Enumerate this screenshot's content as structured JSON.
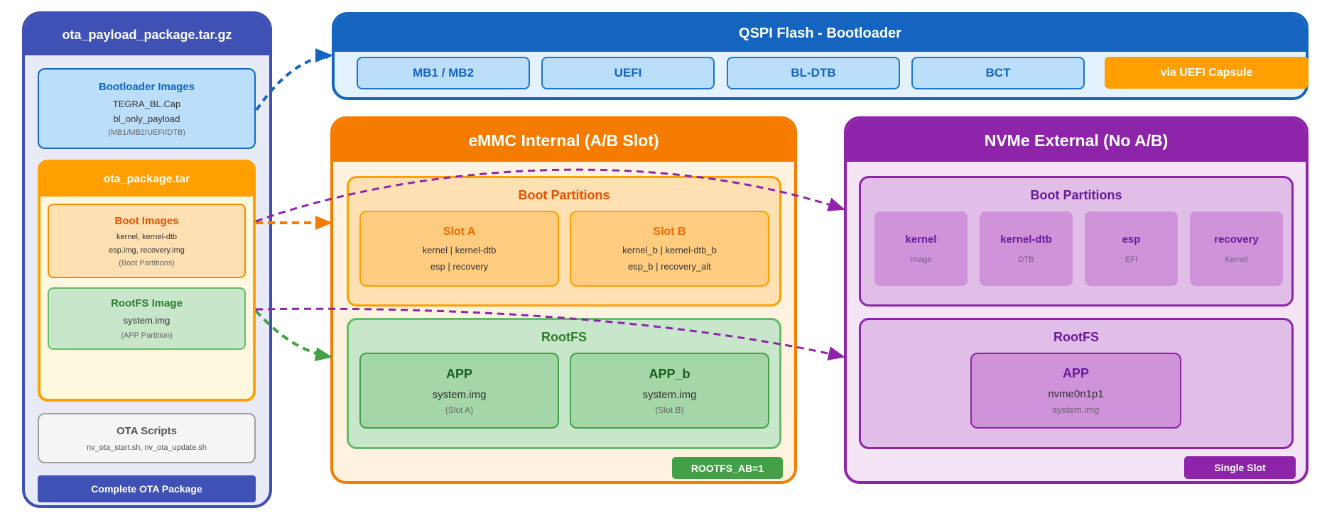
{
  "package": {
    "title": "ota_payload_package.tar.gz",
    "bootloader": {
      "title": "Bootloader Images",
      "line1": "TEGRA_BL.Cap",
      "line2": "bl_only_payload",
      "note": "(MB1/MB2/UEFI/DTB)"
    },
    "ota_tar": {
      "title": "ota_package.tar",
      "boot_images": {
        "title": "Boot Images",
        "line1": "kernel, kernel-dtb",
        "line2": "esp.img, recovery.img",
        "note": "(Boot Partitions)"
      },
      "rootfs_image": {
        "title": "RootFS Image",
        "line1": "system.img",
        "note": "(APP Partition)"
      }
    },
    "scripts": {
      "title": "OTA Scripts",
      "line1": "nv_ota_start.sh, nv_ota_update.sh"
    },
    "footer": "Complete OTA Package"
  },
  "qspi": {
    "title": "QSPI Flash - Bootloader",
    "chips": [
      "MB1 / MB2",
      "UEFI",
      "BL-DTB",
      "BCT"
    ],
    "capsule": "via UEFI Capsule"
  },
  "emmc": {
    "title": "eMMC Internal (A/B Slot)",
    "boot_partitions": {
      "title": "Boot Partitions",
      "slot_a": {
        "title": "Slot A",
        "line1": "kernel | kernel-dtb",
        "line2": "esp | recovery"
      },
      "slot_b": {
        "title": "Slot B",
        "line1": "kernel_b | kernel-dtb_b",
        "line2": "esp_b | recovery_alt"
      }
    },
    "rootfs": {
      "title": "RootFS",
      "app": {
        "title": "APP",
        "line1": "system.img",
        "note": "(Slot A)"
      },
      "app_b": {
        "title": "APP_b",
        "line1": "system.img",
        "note": "(Slot B)"
      }
    },
    "badge": "ROOTFS_AB=1"
  },
  "nvme": {
    "title": "NVMe External (No A/B)",
    "boot_partitions": {
      "title": "Boot Partitions",
      "items": [
        {
          "name": "kernel",
          "sub": "Image"
        },
        {
          "name": "kernel-dtb",
          "sub": "DTB"
        },
        {
          "name": "esp",
          "sub": "EFI"
        },
        {
          "name": "recovery",
          "sub": "Kernel"
        }
      ]
    },
    "rootfs": {
      "title": "RootFS",
      "app": {
        "title": "APP",
        "line1": "nvme0n1p1",
        "line2": "system.img"
      }
    },
    "badge": "Single Slot"
  },
  "colors": {
    "package": "#3f51b5",
    "qspi": "#1565c0",
    "emmc": "#f57c00",
    "nvme": "#8e24aa",
    "rootfs_green": "#43a047",
    "capsule": "#ffa000"
  }
}
